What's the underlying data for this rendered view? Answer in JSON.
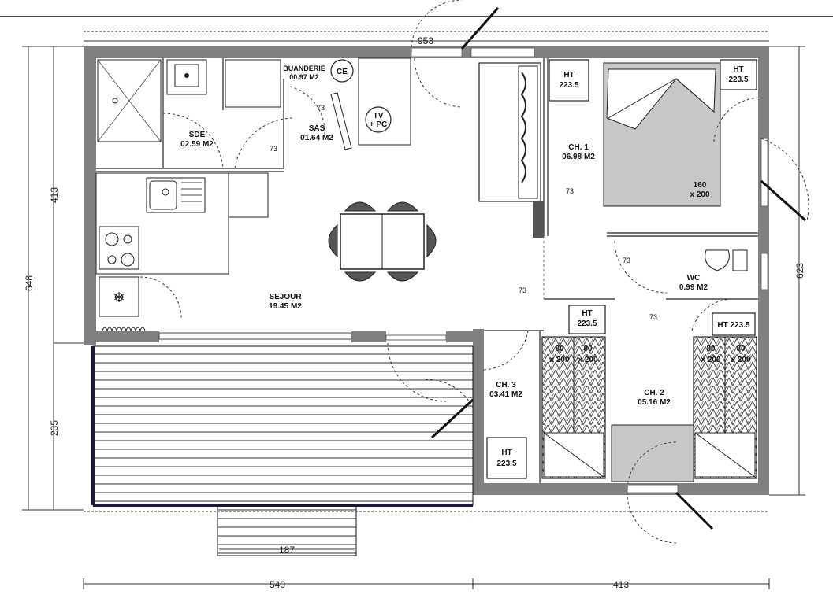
{
  "dimensions": {
    "total_width": "953",
    "left_width": "540",
    "right_width": "413",
    "total_height": "648",
    "upper_height": "413",
    "terrace_height": "235",
    "right_height": "623",
    "steps_width": "187"
  },
  "rooms": {
    "sde": {
      "name": "SDE",
      "area": "02.59 M2"
    },
    "buanderie": {
      "name": "BUANDERIE",
      "area": "00.97 M2"
    },
    "sas": {
      "name": "SAS",
      "area": "01.64 M2"
    },
    "sejour": {
      "name": "SEJOUR",
      "area": "19.45 M2"
    },
    "ch1": {
      "name": "CH. 1",
      "area": "06.98 M2"
    },
    "wc": {
      "name": "WC",
      "area": "0.99 M2"
    },
    "ch2": {
      "name": "CH. 2",
      "area": "05.16 M2"
    },
    "ch3": {
      "name": "CH. 3",
      "area": "03.41 M2"
    }
  },
  "fixtures": {
    "ce": "CE",
    "tv_line1": "TV",
    "tv_line2": "+ PC",
    "ht": "HT",
    "ht_value": "223.5",
    "ht_inline": "HT 223.5",
    "bed_double_line1": "160",
    "bed_double_line2": "x 200",
    "bed_single_line1": "80",
    "bed_single_line2": "x 200",
    "door_width": "73",
    "snowflake": "❄"
  }
}
